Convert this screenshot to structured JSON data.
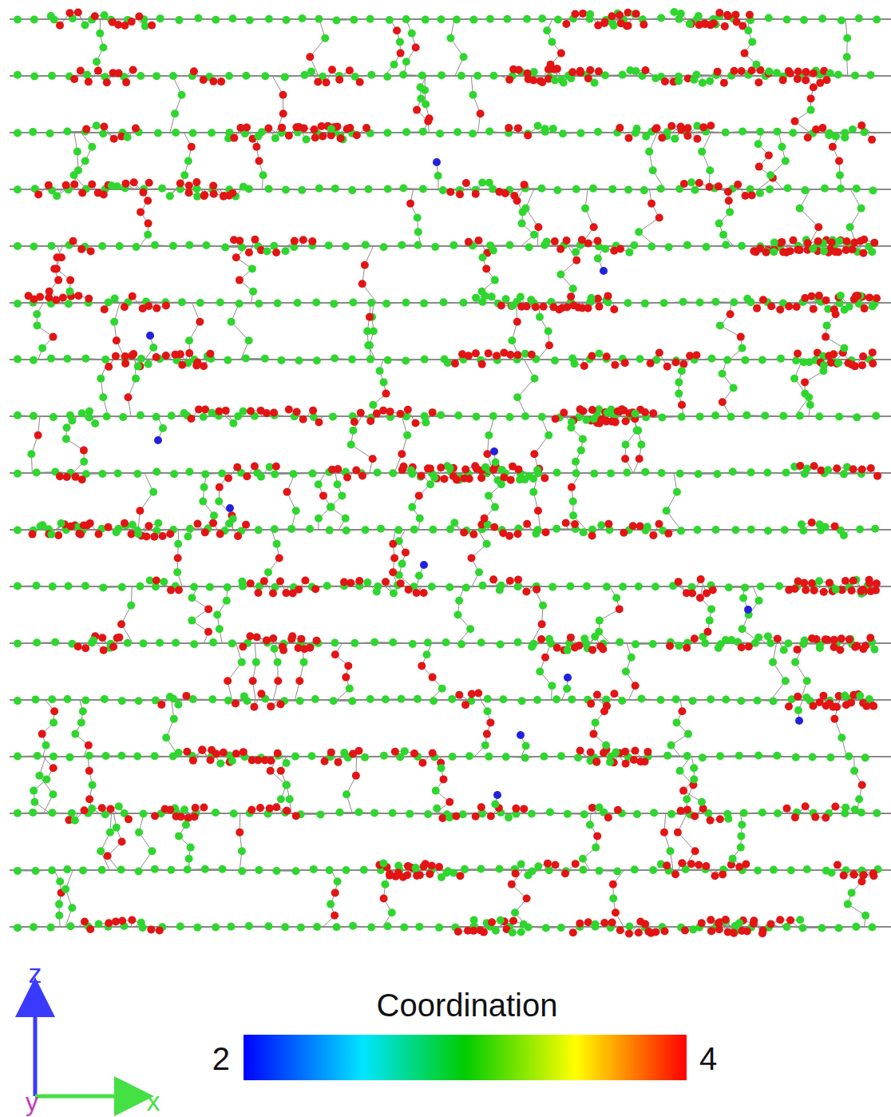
{
  "diagram": {
    "labels": [
      "z",
      "y",
      "x",
      "Coordination",
      "2",
      "4"
    ]
  }
}
